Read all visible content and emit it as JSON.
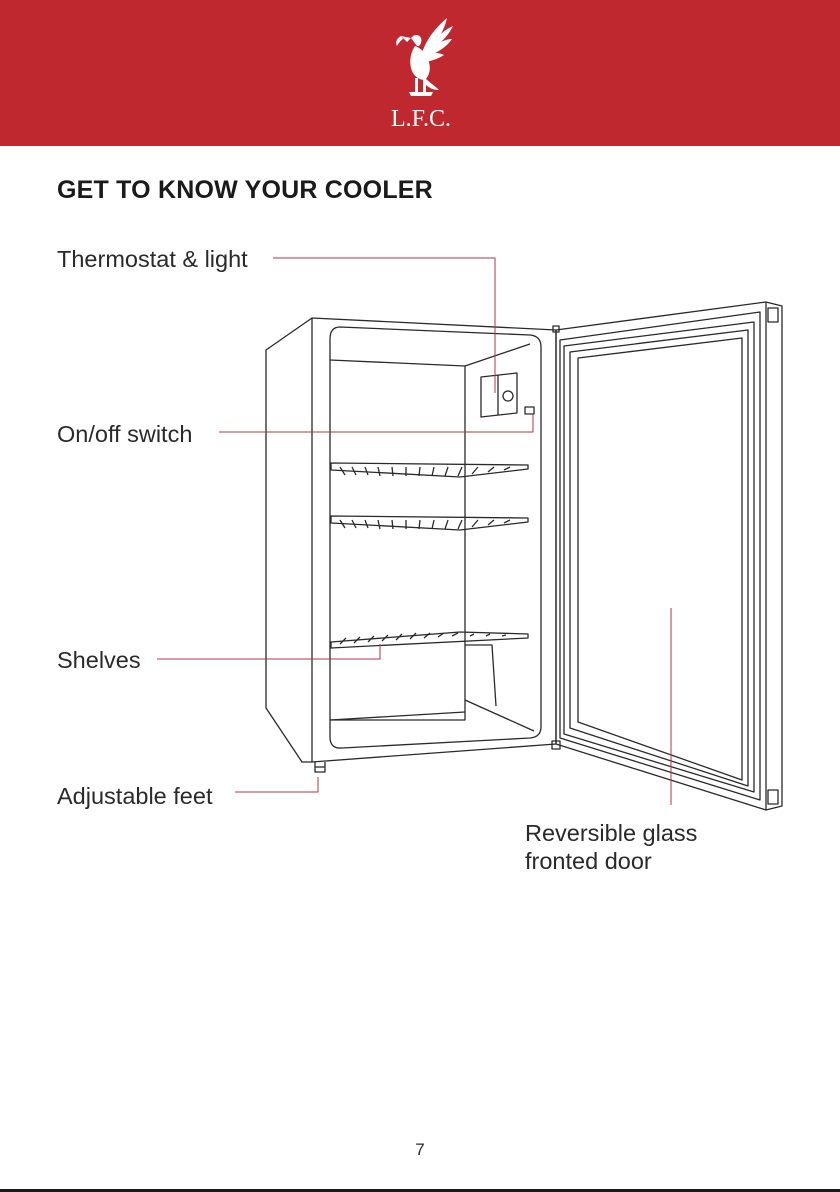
{
  "header": {
    "logo_text": "L.F.C.",
    "band_color": "#c0282f"
  },
  "page": {
    "title": "GET TO KNOW YOUR COOLER",
    "number": "7"
  },
  "callouts": {
    "thermostat": "Thermostat & light",
    "switch": "On/off switch",
    "shelves": "Shelves",
    "feet": "Adjustable feet",
    "door_line1": "Reversible glass",
    "door_line2": "fronted door"
  },
  "colors": {
    "leader_line": "#b03a40",
    "outline": "#2a2a2a"
  }
}
